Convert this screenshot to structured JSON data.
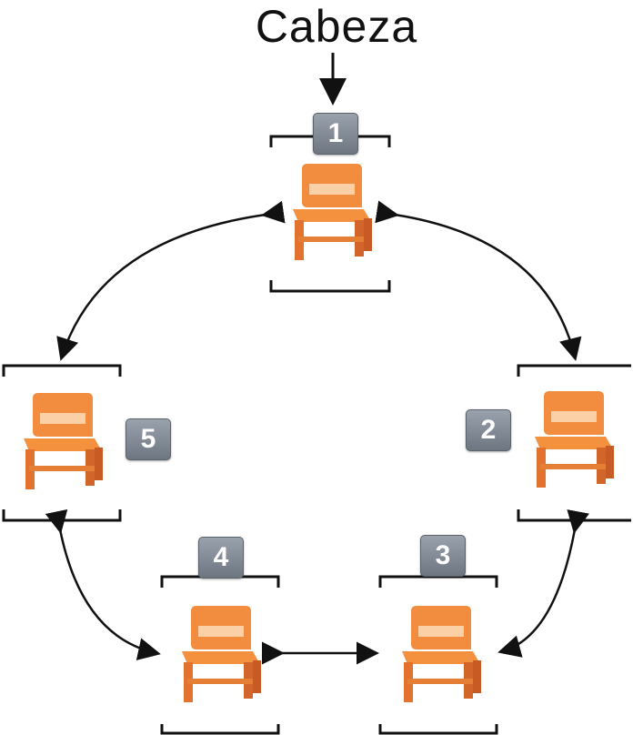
{
  "head_label": "Cabeza",
  "nodes": [
    {
      "id": "1",
      "badge": "1"
    },
    {
      "id": "2",
      "badge": "2"
    },
    {
      "id": "3",
      "badge": "3"
    },
    {
      "id": "4",
      "badge": "4"
    },
    {
      "id": "5",
      "badge": "5"
    }
  ],
  "colors": {
    "chair": "#f08a3c",
    "chair_dark": "#d2662a",
    "badge": "#7c858f",
    "line": "#111111"
  },
  "icon": "chair-icon"
}
